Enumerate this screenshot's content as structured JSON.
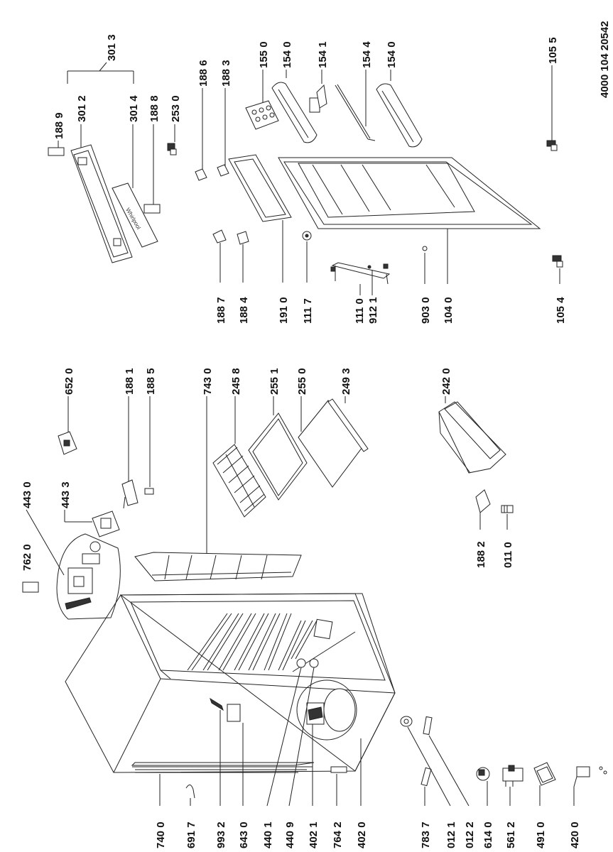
{
  "document_number": "4000 104 20542",
  "part_labels": {
    "p3013": "301 3",
    "p1889": "188 9",
    "p3012": "301 2",
    "p3014": "301 4",
    "p1888": "188 8",
    "p2530": "253 0",
    "p1886": "188 6",
    "p1883": "188 3",
    "p1550": "155 0",
    "p1540a": "154 0",
    "p1541": "154 1",
    "p1544": "154 4",
    "p1540b": "154 0",
    "p1055": "105 5",
    "p1887": "188 7",
    "p1884": "188 4",
    "p1910": "191 0",
    "p1117": "111 7",
    "p1110": "111 0",
    "p9121": "912 1",
    "p9030": "903 0",
    "p1040": "104 0",
    "p1054": "105 4",
    "p4430": "443 0",
    "p7620": "762 0",
    "p4433": "443 3",
    "p6520": "652 0",
    "p1881": "188 1",
    "p1885": "188 5",
    "p7430": "743 0",
    "p2458": "245 8",
    "p2551": "255 1",
    "p2550": "255 0",
    "p2493": "249 3",
    "p2420": "242 0",
    "p1882": "188 2",
    "p0110": "011 0",
    "p7400": "740 0",
    "p6917": "691 7",
    "p9932": "993 2",
    "p6430": "643 0",
    "p4401": "440 1",
    "p4409": "440 9",
    "p4021": "402 1",
    "p7642": "764 2",
    "p4020": "402 0",
    "p7837": "783 7",
    "p0121": "012 1",
    "p0122": "012 2",
    "p6140": "614 0",
    "p5612": "561 2",
    "p4910": "491 0",
    "p4200": "420 0"
  }
}
